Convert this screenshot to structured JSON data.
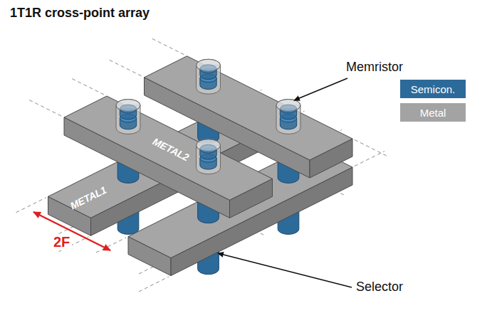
{
  "diagram": {
    "title": "1T1R cross-point array",
    "labels": [
      "Memristor",
      "METAL2",
      "METAL1",
      "2F",
      "Selector"
    ],
    "legend": [
      {
        "text": "Semicon.",
        "color": "#2c6a99"
      },
      {
        "text": "Metal",
        "color": "#a3a3a3"
      }
    ]
  }
}
